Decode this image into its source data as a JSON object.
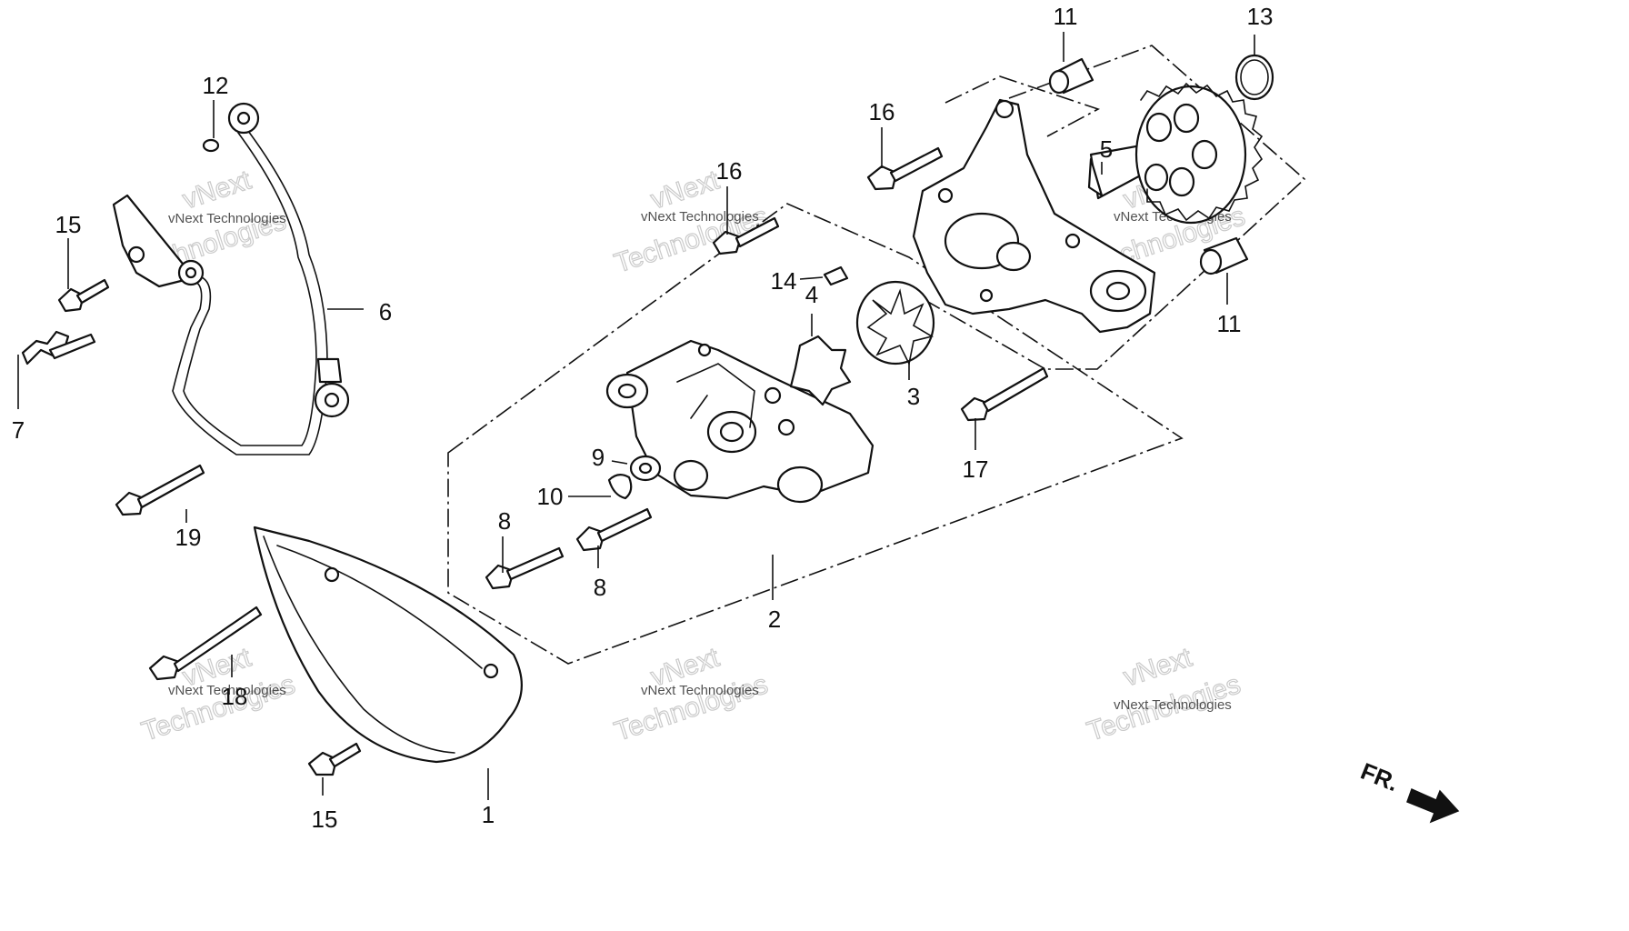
{
  "callouts": [
    {
      "id": "c1",
      "label": "1"
    },
    {
      "id": "c2",
      "label": "2"
    },
    {
      "id": "c3",
      "label": "3"
    },
    {
      "id": "c4",
      "label": "4"
    },
    {
      "id": "c5",
      "label": "5"
    },
    {
      "id": "c6",
      "label": "6"
    },
    {
      "id": "c7",
      "label": "7"
    },
    {
      "id": "c8a",
      "label": "8"
    },
    {
      "id": "c8b",
      "label": "8"
    },
    {
      "id": "c9",
      "label": "9"
    },
    {
      "id": "c10",
      "label": "10"
    },
    {
      "id": "c11a",
      "label": "11"
    },
    {
      "id": "c11b",
      "label": "11"
    },
    {
      "id": "c12",
      "label": "12"
    },
    {
      "id": "c13",
      "label": "13"
    },
    {
      "id": "c14",
      "label": "14"
    },
    {
      "id": "c15a",
      "label": "15"
    },
    {
      "id": "c15b",
      "label": "15"
    },
    {
      "id": "c16a",
      "label": "16"
    },
    {
      "id": "c16b",
      "label": "16"
    },
    {
      "id": "c17",
      "label": "17"
    },
    {
      "id": "c18",
      "label": "18"
    },
    {
      "id": "c19",
      "label": "19"
    }
  ],
  "watermark": {
    "line1": "vNext Technologies",
    "line2a": "vNext",
    "line2b": "Technologies"
  },
  "direction": {
    "label": "FR."
  },
  "colors": {
    "ink": "#111111",
    "background": "#ffffff",
    "watermark": "#b5b5b5"
  }
}
